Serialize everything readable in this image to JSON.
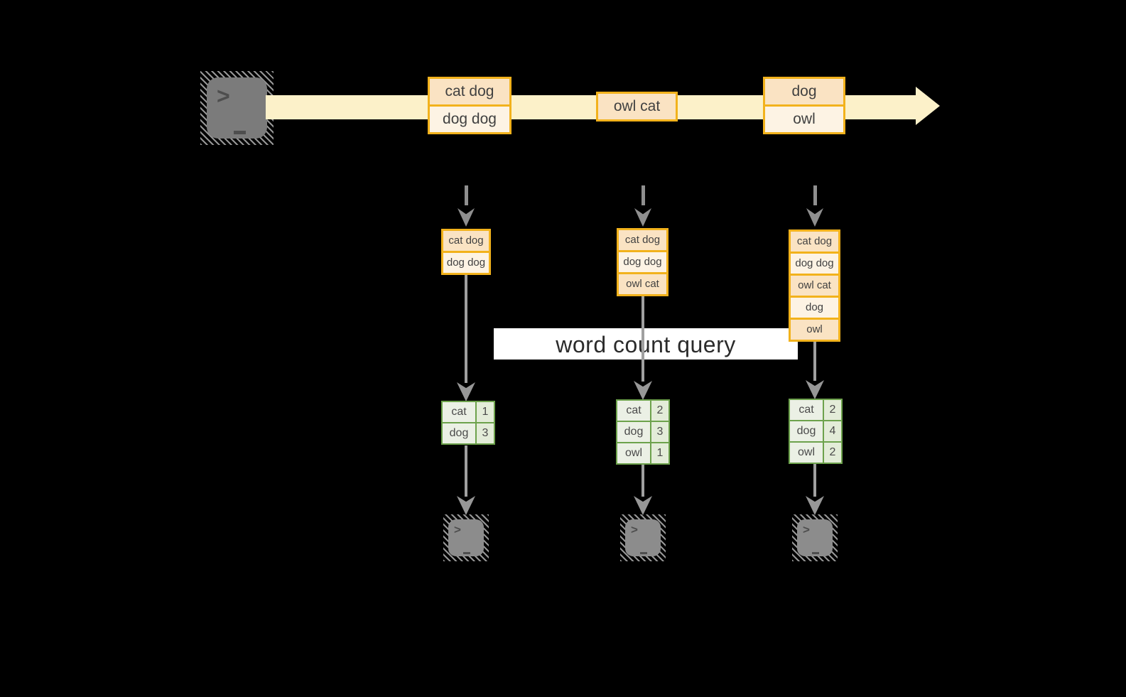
{
  "query_label": "word count query",
  "terminal_prompt": ">",
  "colors": {
    "background": "#000000",
    "stream_band": "#fcf1c9",
    "event_border": "#f2b21c",
    "event_fill_a": "#fae3c3",
    "event_fill_b": "#fdf3e4",
    "table_border": "#6da24c",
    "table_fill": "#ebf0e5",
    "arrow_gray": "#979797",
    "label_bg": "#ffffff"
  },
  "stream": {
    "groups": [
      {
        "rows": [
          "cat dog",
          "dog dog"
        ]
      },
      {
        "rows": [
          "owl cat"
        ]
      },
      {
        "rows": [
          "dog",
          "owl"
        ]
      }
    ]
  },
  "columns": [
    {
      "events": [
        "cat dog",
        "dog dog"
      ],
      "counts": [
        {
          "word": "cat",
          "count": "1"
        },
        {
          "word": "dog",
          "count": "3"
        }
      ]
    },
    {
      "events": [
        "cat dog",
        "dog dog",
        "owl cat"
      ],
      "counts": [
        {
          "word": "cat",
          "count": "2"
        },
        {
          "word": "dog",
          "count": "3"
        },
        {
          "word": "owl",
          "count": "1"
        }
      ]
    },
    {
      "events": [
        "cat dog",
        "dog dog",
        "owl cat",
        "dog",
        "owl"
      ],
      "counts": [
        {
          "word": "cat",
          "count": "2"
        },
        {
          "word": "dog",
          "count": "4"
        },
        {
          "word": "owl",
          "count": "2"
        }
      ]
    }
  ]
}
